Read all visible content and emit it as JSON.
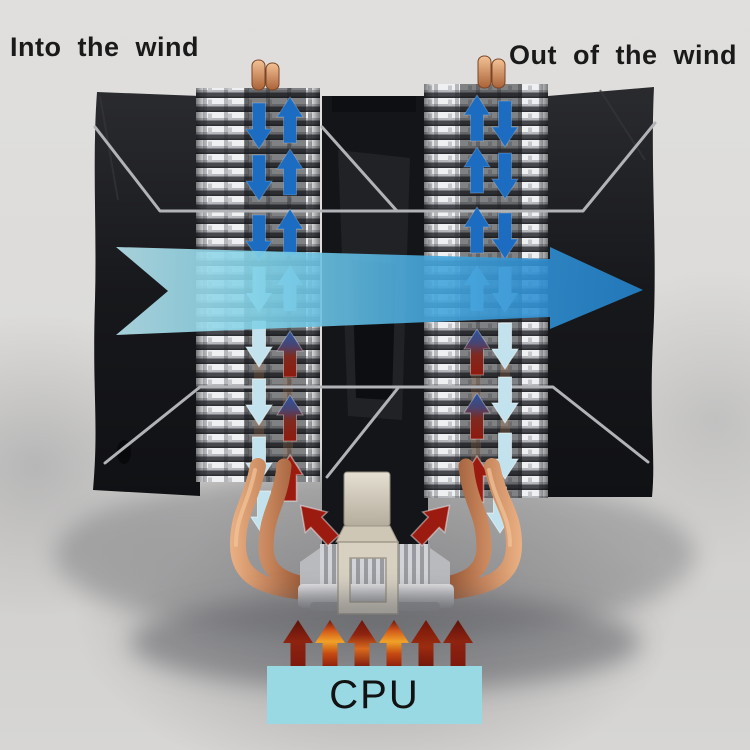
{
  "headings": {
    "into_the_wind": "Into the wind",
    "out_of_the_wind": "Out of the wind"
  },
  "cpu": {
    "label": "CPU",
    "box_color": "#99d9e4"
  },
  "colors": {
    "background": "#dcdbd9",
    "heading_text": "#1a1a1a",
    "main_airflow_gradient": [
      "#b7e4ee",
      "#7fd0e6",
      "#47a8dc",
      "#2382ca"
    ],
    "cool_arrow": "#1c6cc2",
    "pale_arrow": "#c2e3ee",
    "hot_arrow": "#9b1b10",
    "warm_gradient_top": "#2a55a4",
    "warm_gradient_bottom": "#8f1a0e",
    "flame_orange": "#f0a228",
    "copper_heatpipe": "#c5835a",
    "fan_frame": "#1b1c1f",
    "fin_light": "#eff0f2",
    "fin_dark": "#47494e",
    "cpu_text": "#121212"
  },
  "airflow": {
    "main_arrow": {
      "direction": "left-to-right",
      "from_label": "Into the wind",
      "to_label": "Out of the wind"
    },
    "left_tower": {
      "top_down_arrows": 3,
      "top_up_arrows": 3,
      "bottom_pale_down_arrows": 4,
      "bottom_warm_up_arrows": 3
    },
    "right_tower": {
      "top_up_arrows": 3,
      "top_down_arrows": 3,
      "bottom_warm_up_arrows": 3,
      "bottom_pale_down_arrows": 4
    },
    "base_angled_hot_arrows": 2,
    "cpu_heat_arrows": 6
  }
}
